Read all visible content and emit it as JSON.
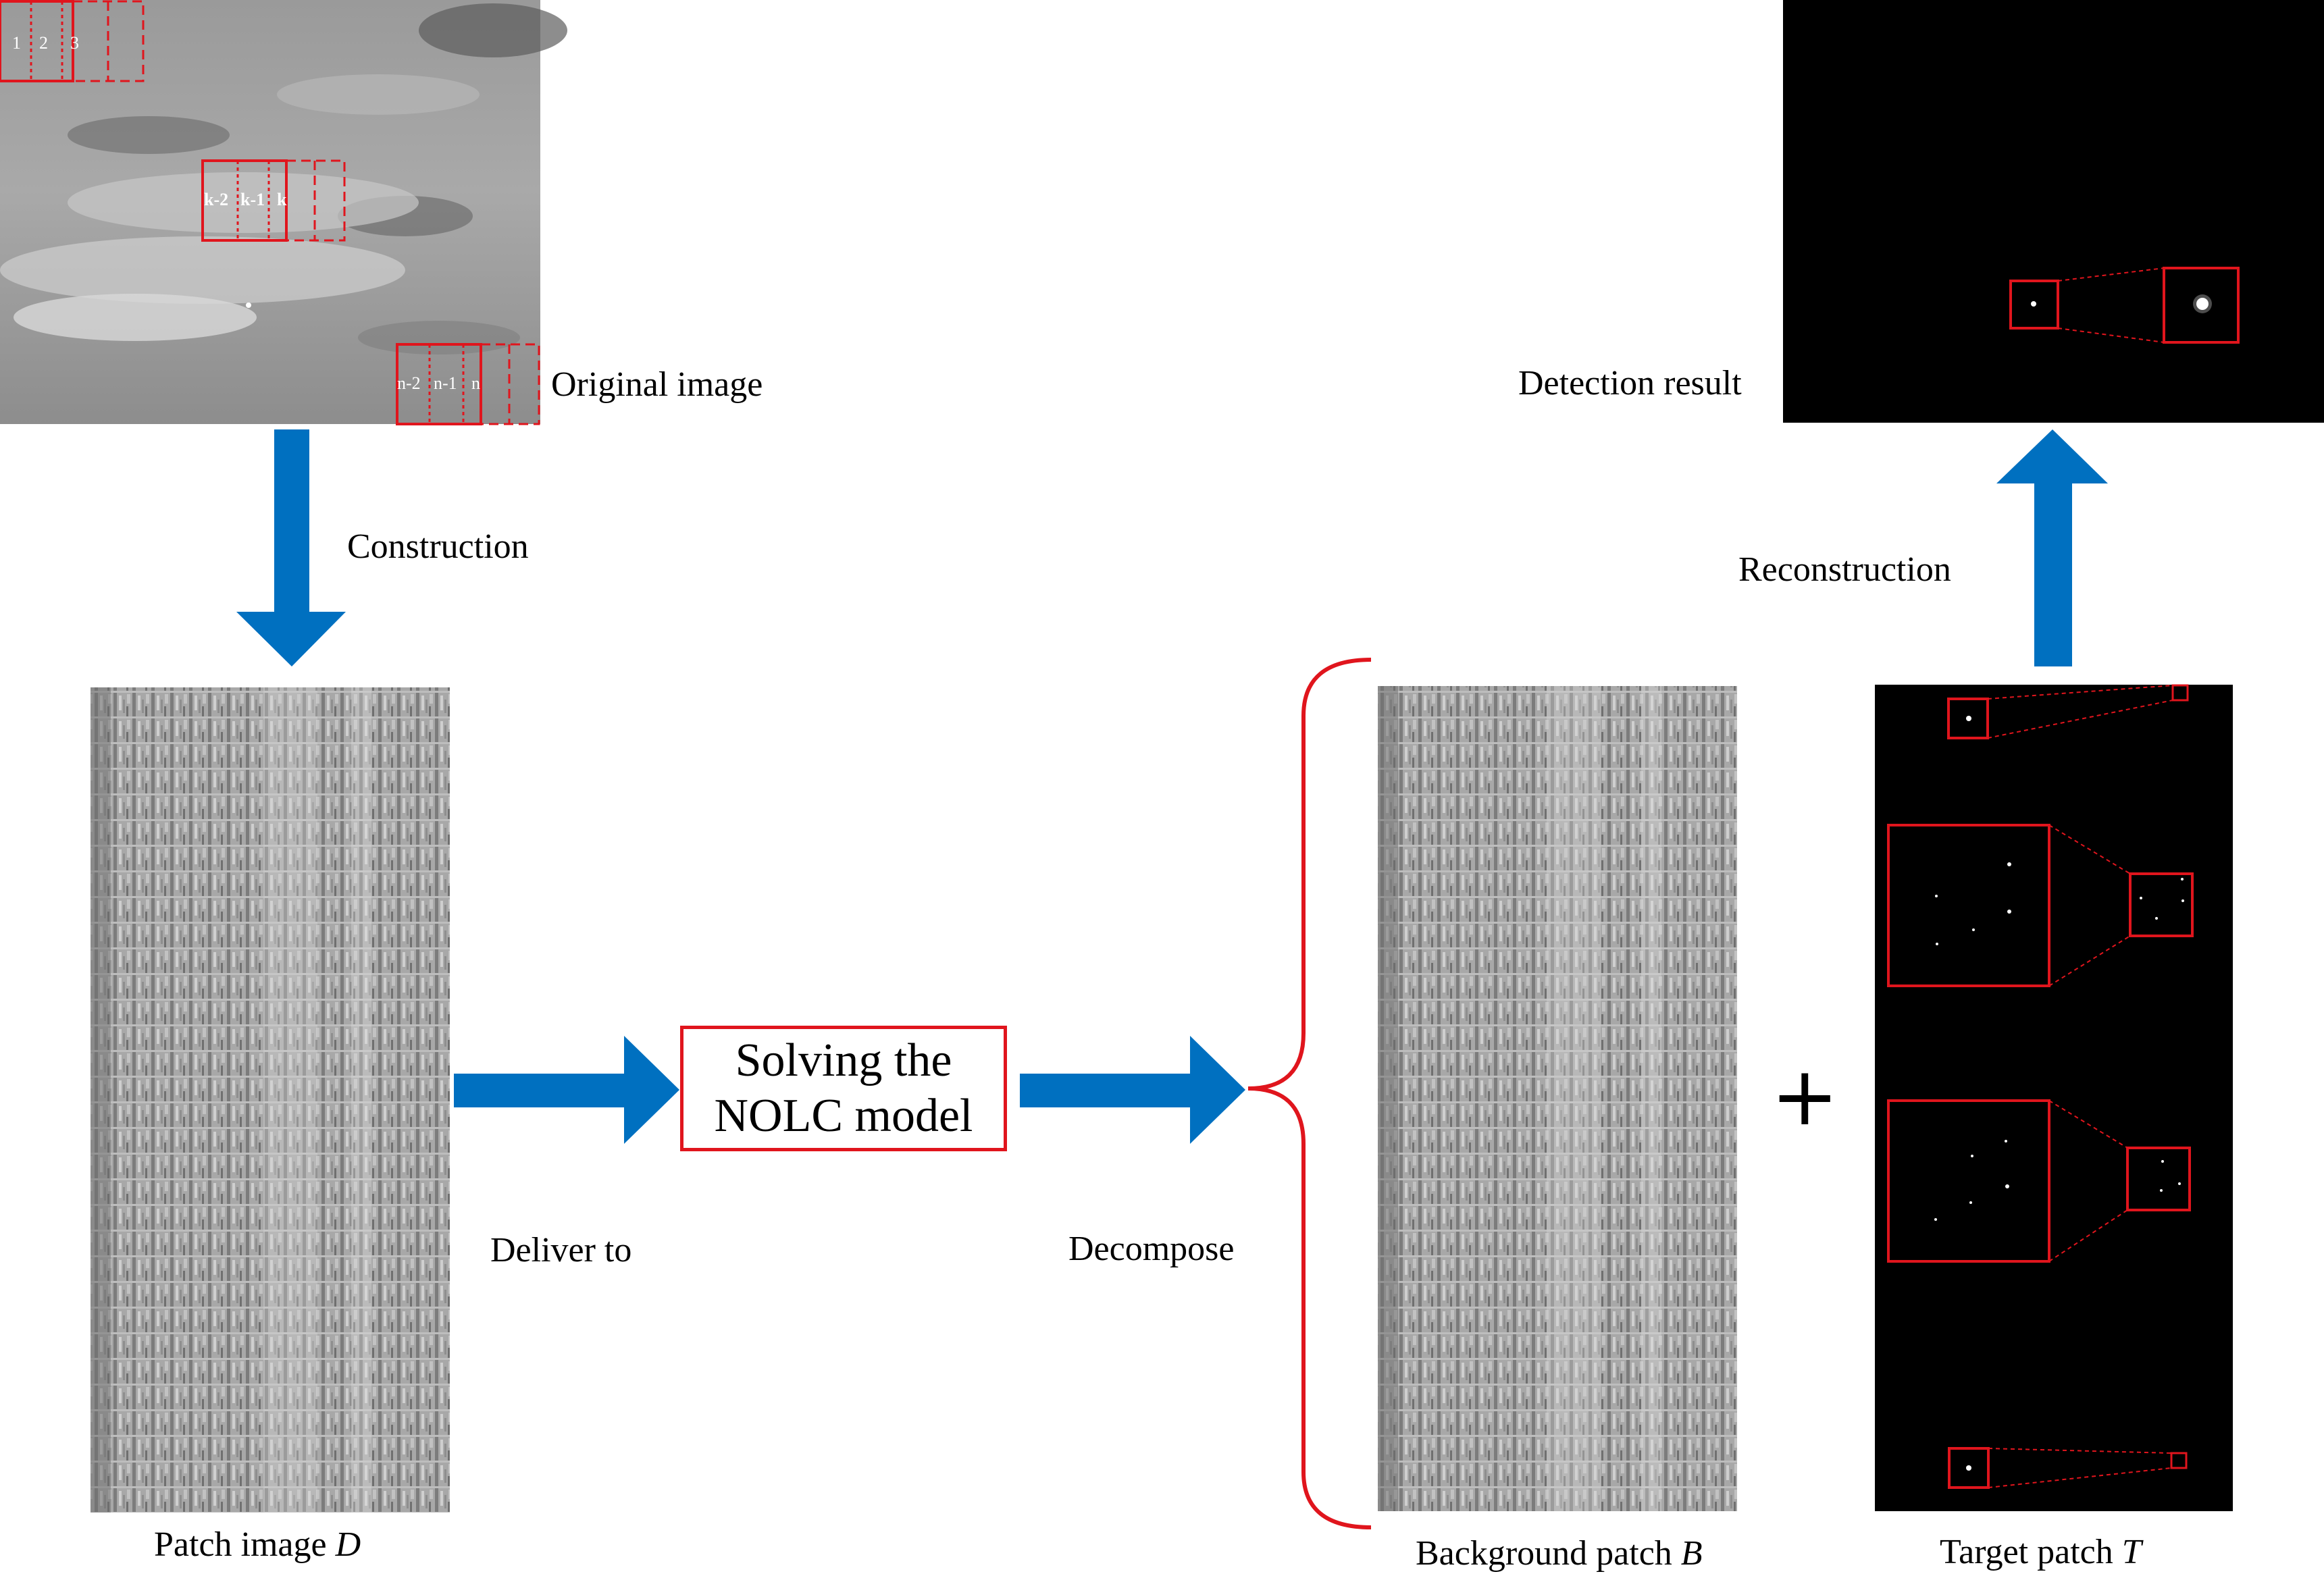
{
  "labels": {
    "original_image": "Original image",
    "construction": "Construction",
    "patch_image": "Patch image ",
    "patch_image_symbol": "D",
    "deliver_to": "Deliver to",
    "solving_line1": "Solving the",
    "solving_line2": "NOLC model",
    "decompose": "Decompose",
    "background_patch": "Background patch ",
    "background_patch_symbol": "B",
    "plus": "+",
    "target_patch": "Target patch ",
    "target_patch_symbol": "T",
    "reconstruction": "Reconstruction",
    "detection_result": "Detection result"
  },
  "window_labels": {
    "first": [
      "1",
      "2",
      "3"
    ],
    "middle": [
      "k-2",
      "k-1",
      "k"
    ],
    "last": [
      "n-2",
      "n-1",
      "n"
    ]
  },
  "colors": {
    "arrow": "#0070c0",
    "highlight": "#e0151d",
    "target_background": "#000000"
  }
}
